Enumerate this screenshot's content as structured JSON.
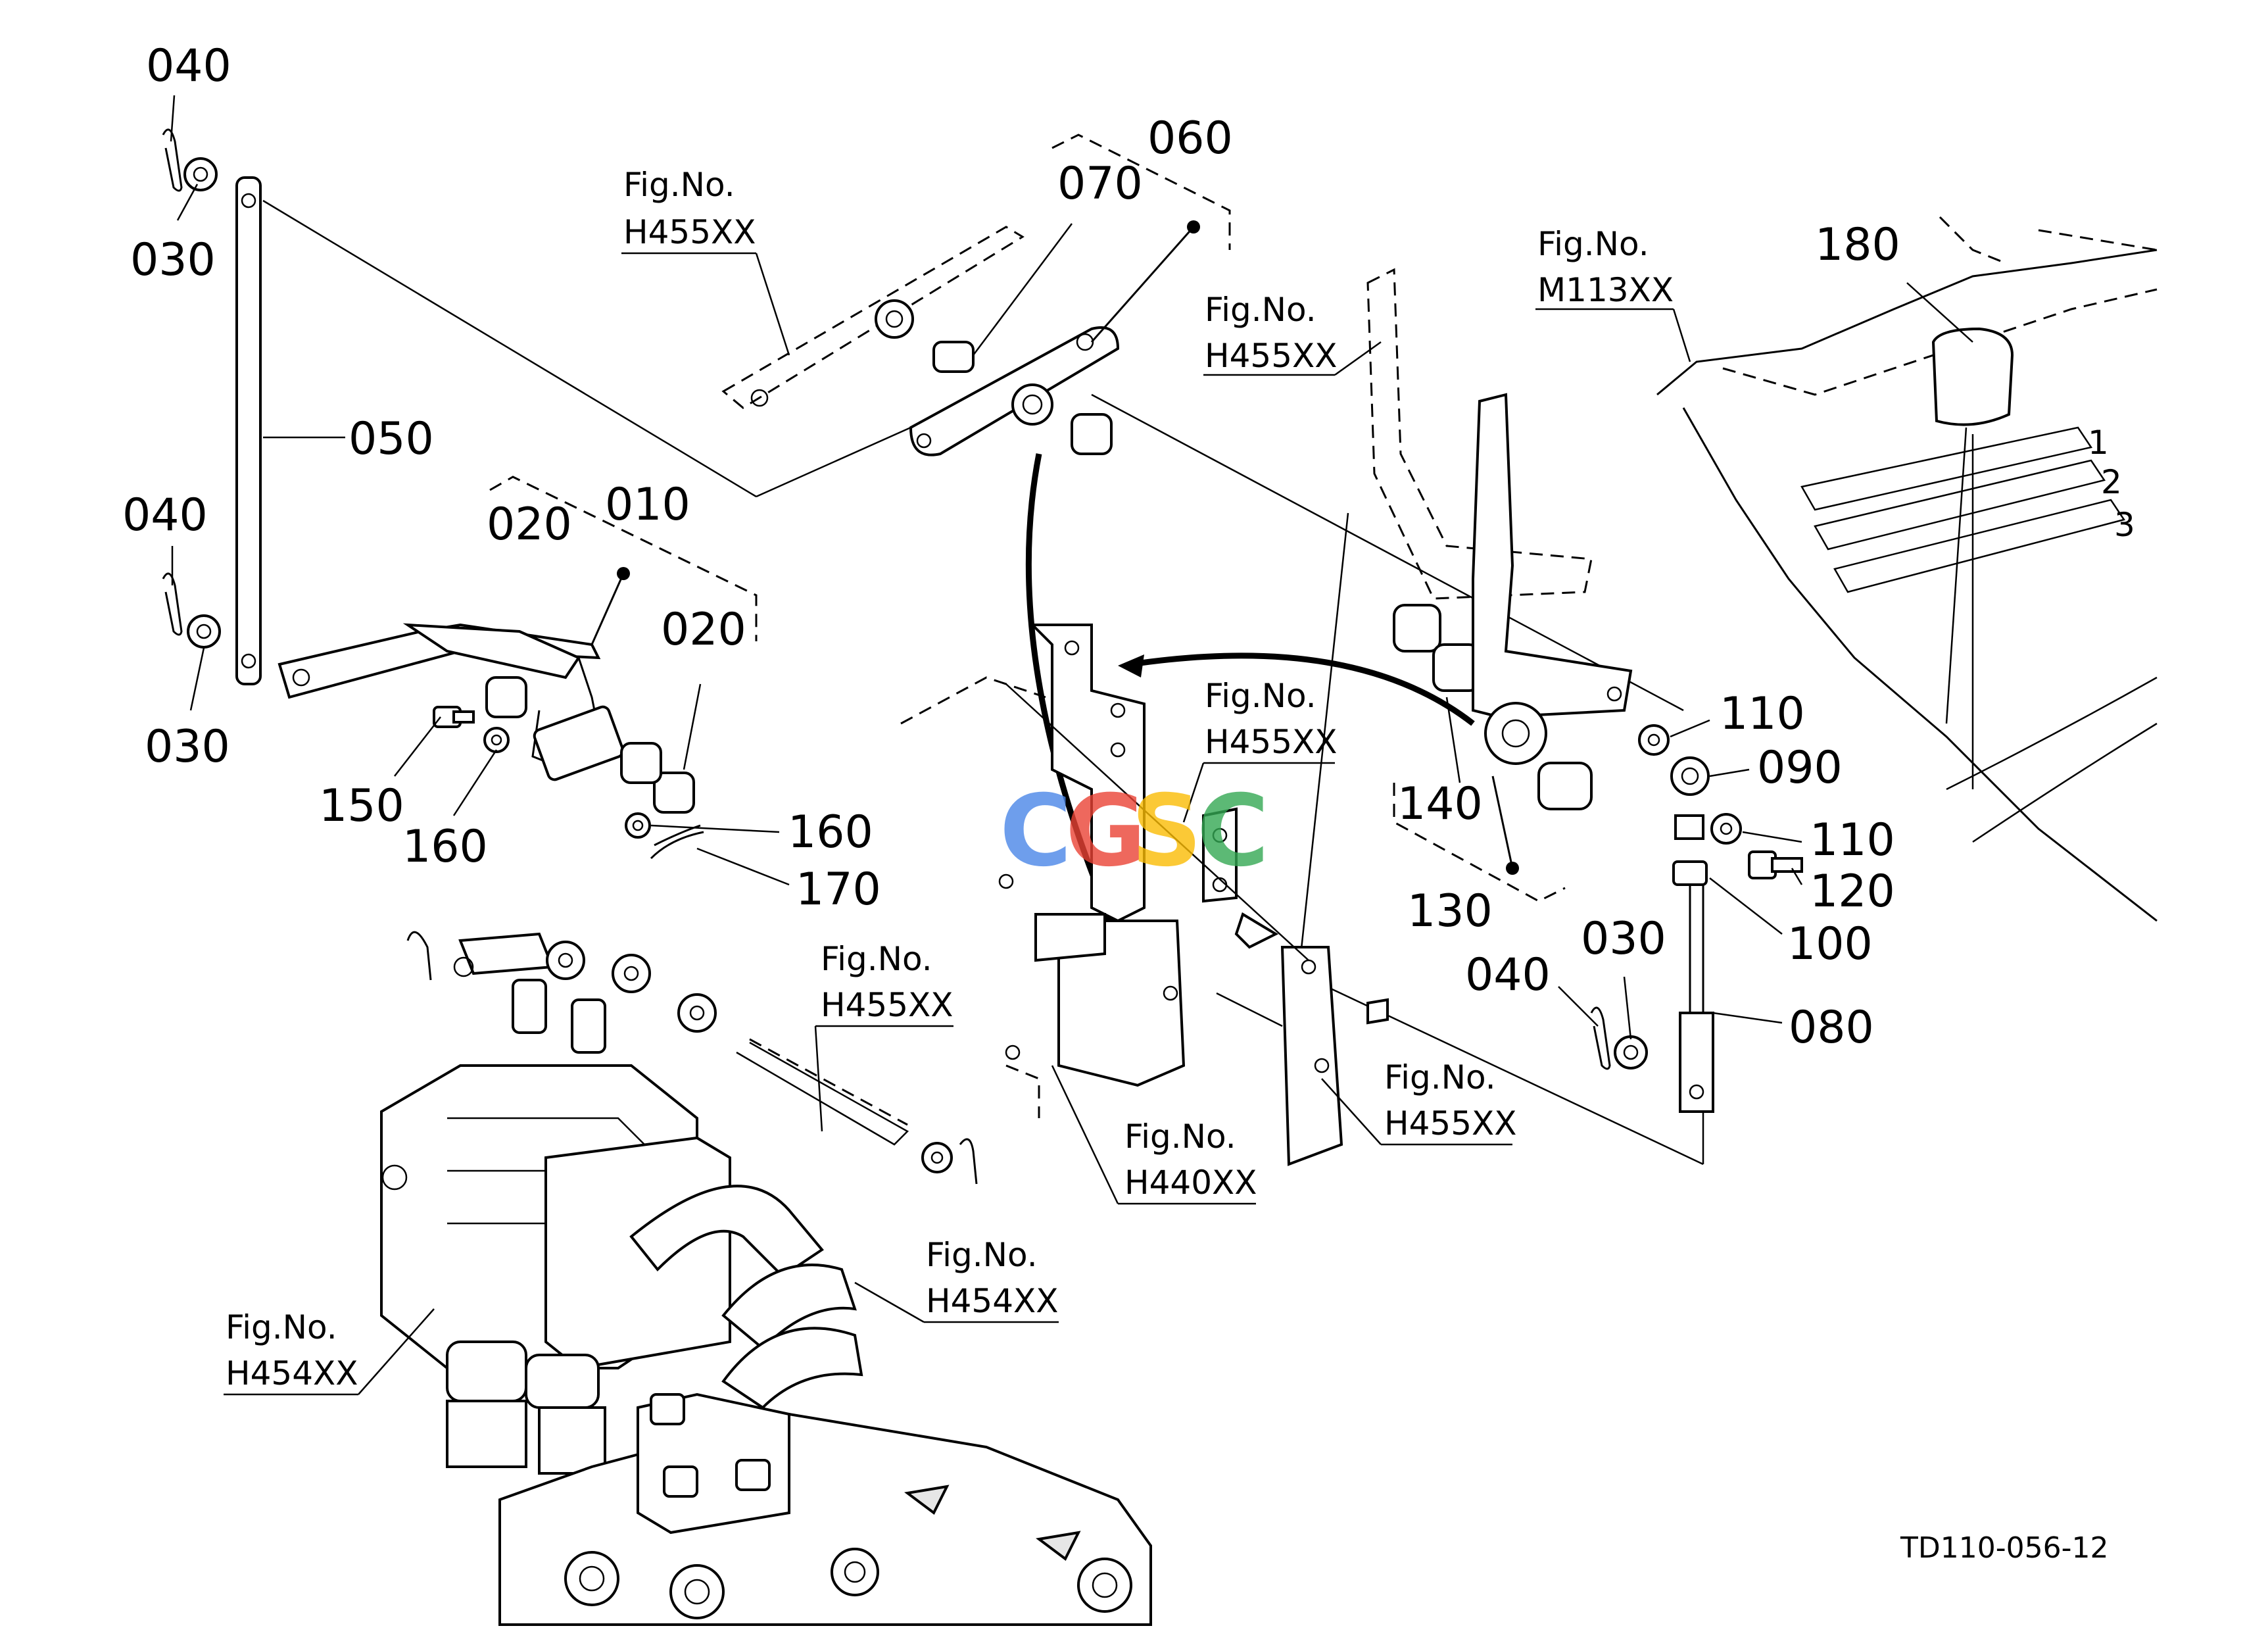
{
  "diagram": {
    "part_labels": [
      {
        "id": "p040a",
        "text": "040"
      },
      {
        "id": "p030a",
        "text": "030"
      },
      {
        "id": "p050",
        "text": "050"
      },
      {
        "id": "p040b",
        "text": "040"
      },
      {
        "id": "p030b",
        "text": "030"
      },
      {
        "id": "p020a",
        "text": "020"
      },
      {
        "id": "p010",
        "text": "010"
      },
      {
        "id": "p020b",
        "text": "020"
      },
      {
        "id": "p150",
        "text": "150"
      },
      {
        "id": "p160a",
        "text": "160"
      },
      {
        "id": "p160b",
        "text": "160"
      },
      {
        "id": "p170",
        "text": "170"
      },
      {
        "id": "p070",
        "text": "070"
      },
      {
        "id": "p060",
        "text": "060"
      },
      {
        "id": "p180",
        "text": "180"
      },
      {
        "id": "p110a",
        "text": "110"
      },
      {
        "id": "p090",
        "text": "090"
      },
      {
        "id": "p140",
        "text": "140"
      },
      {
        "id": "p110b",
        "text": "110"
      },
      {
        "id": "p120",
        "text": "120"
      },
      {
        "id": "p130",
        "text": "130"
      },
      {
        "id": "p100",
        "text": "100"
      },
      {
        "id": "p030c",
        "text": "030"
      },
      {
        "id": "p040c",
        "text": "040"
      },
      {
        "id": "p080",
        "text": "080"
      }
    ],
    "figure_refs": [
      {
        "id": "f1",
        "label": "Fig.No.",
        "code": "H455XX"
      },
      {
        "id": "f2",
        "label": "Fig.No.",
        "code": "H455XX"
      },
      {
        "id": "f3",
        "label": "Fig.No.",
        "code": "M113XX"
      },
      {
        "id": "f4",
        "label": "Fig.No.",
        "code": "H455XX"
      },
      {
        "id": "f5",
        "label": "Fig.No.",
        "code": "H455XX"
      },
      {
        "id": "f6",
        "label": "Fig.No.",
        "code": "H455XX"
      },
      {
        "id": "f7",
        "label": "Fig.No.",
        "code": "H440XX"
      },
      {
        "id": "f8",
        "label": "Fig.No.",
        "code": "H454XX"
      },
      {
        "id": "f9",
        "label": "Fig.No.",
        "code": "H454XX"
      }
    ],
    "drawing_code": "TD110-056-12",
    "watermark": {
      "letters": [
        "C",
        "G",
        "S",
        "C"
      ],
      "colors": [
        "#4a86e8",
        "#ea4335",
        "#fbbc05",
        "#34a853"
      ]
    },
    "gear_markers": [
      "1",
      "2",
      "3"
    ]
  }
}
